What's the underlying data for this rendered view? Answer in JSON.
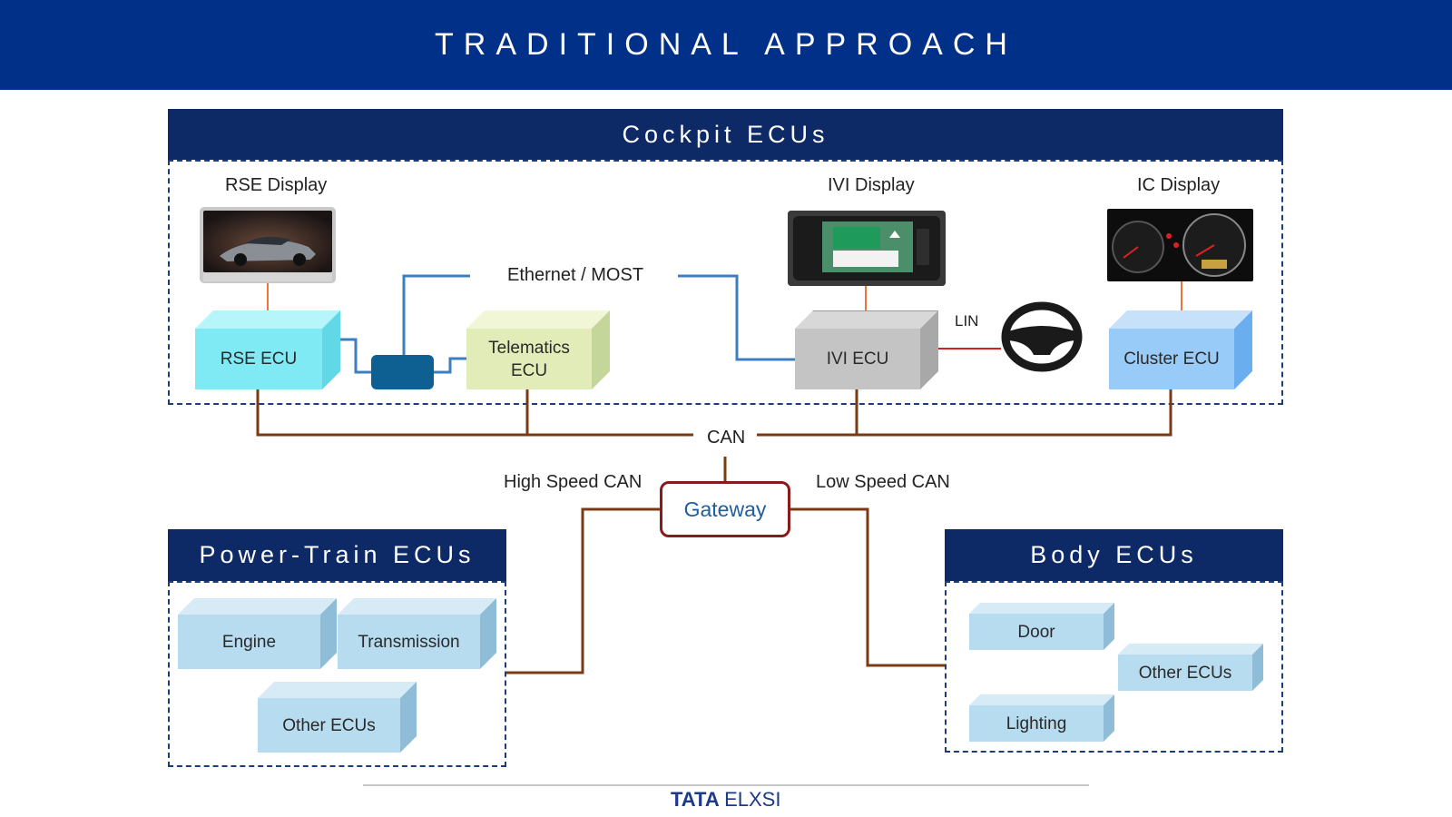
{
  "title": "TRADITIONAL APPROACH",
  "sections": {
    "cockpit": "Cockpit ECUs",
    "powertrain": "Power-Train ECUs",
    "body": "Body ECUs"
  },
  "displays": {
    "rse": "RSE Display",
    "ivi": "IVI Display",
    "ic": "IC Display"
  },
  "ecus": {
    "rse": "RSE ECU",
    "telematics": "Telematics ECU",
    "ivi": "IVI ECU",
    "cluster": "Cluster ECU"
  },
  "buses": {
    "ethernet": "Ethernet / MOST",
    "lin": "LIN",
    "can": "CAN",
    "high_speed": "High Speed CAN",
    "low_speed": "Low Speed CAN"
  },
  "gateway": "Gateway",
  "powertrain_ecus": [
    "Engine",
    "Transmission",
    "Other ECUs"
  ],
  "body_ecus": [
    "Door",
    "Other ECUs",
    "Lighting"
  ],
  "logo": {
    "brand": "TATA",
    "sub": "ELXSI"
  },
  "colors": {
    "header_blue": "#003087",
    "section_navy": "#0e2a66",
    "ethernet_line": "#3c7fc0",
    "can_line": "#7a3b14",
    "lin_line": "#d42020",
    "display_link": "#e8793a",
    "gateway_border": "#8b1a1a"
  }
}
